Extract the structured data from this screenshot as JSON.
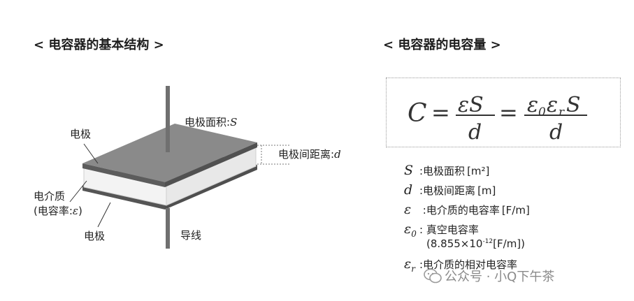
{
  "left_title": "< 电容器的基本结构 >",
  "right_title": "< 电容器的电容量 >",
  "diagram": {
    "electrode_top": "电极",
    "dielectric_line1": "电介质",
    "dielectric_line2": "(电容率:",
    "dielectric_symbol": "ε",
    "dielectric_close": ")",
    "electrode_bottom": "电极",
    "area_label": "电极面积:",
    "area_symbol": "S",
    "distance_label": "电极间距离:",
    "distance_symbol": "d",
    "wire_label": "导线"
  },
  "formula": {
    "lhs": "C",
    "eq1": "=",
    "num1": "εS",
    "den1": "d",
    "eq2": "=",
    "num2_eps0": "ε",
    "num2_eps0_sub": "0",
    "num2_epsr": "ε",
    "num2_epsr_sub": "r",
    "num2_s": "S",
    "den2": "d"
  },
  "legend": [
    {
      "sym": "S",
      "sub": "",
      "text": ":电极面积",
      "unit": "[m²]"
    },
    {
      "sym": "d",
      "sub": "",
      "text": ":电极间距离",
      "unit": "[m]"
    },
    {
      "sym": "ε",
      "sub": "",
      "text": " :电介质的电容率",
      "unit": "[F/m]"
    },
    {
      "sym": "ε",
      "sub": "0",
      "text": ": 真空电容率",
      "unit": ""
    },
    {
      "sym": "ε",
      "sub": "r",
      "text": ":电介质的相对电容率",
      "unit": ""
    }
  ],
  "vacuum_value": {
    "prefix": "(8.855×10",
    "exp": "-12",
    "suffix": "[F/m])"
  },
  "watermark": "公众号 · 小Q下午茶",
  "colors": {
    "plate": "#7a7a7a",
    "plate_dark": "#5a5a5a",
    "dielectric": "#f4f4f4",
    "wire": "#707070"
  }
}
